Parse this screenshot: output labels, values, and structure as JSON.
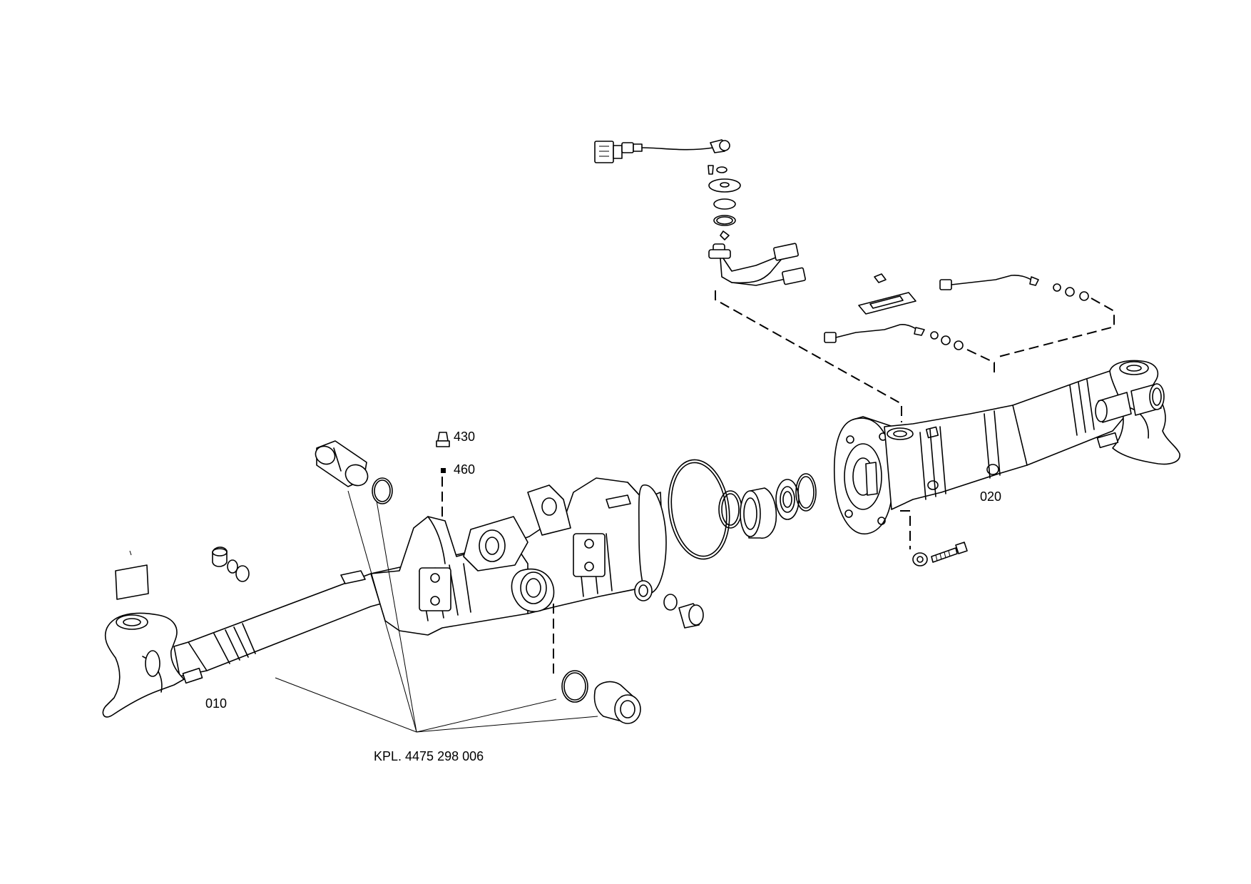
{
  "labels": {
    "part_010": "010",
    "part_020": "020",
    "part_430": "430",
    "part_460": "460",
    "kit": "KPL. 4475 298 006"
  }
}
